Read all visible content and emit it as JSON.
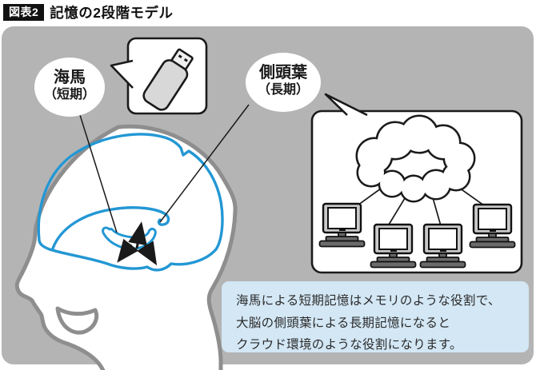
{
  "header": {
    "tag": "図表2",
    "title": "記憶の2段階モデル"
  },
  "bubbles": {
    "hippocampus": {
      "name": "海馬",
      "qualifier": "（短期）"
    },
    "temporal_lobe": {
      "name": "側頭葉",
      "qualifier": "（長期）"
    }
  },
  "caption": {
    "line1": "海馬による短期記憶はメモリのような役割で、",
    "line2": "大脳の側頭葉による長期記憶になると",
    "line3": "クラウド環境のような役割になります。"
  },
  "cloud_network": {
    "computer_count": 4
  },
  "colors": {
    "panel_bg": "#b4b4b4",
    "head_outline": "#8e8e8e",
    "brain_blue": "#2397d4",
    "line_black": "#1a1a1a",
    "caption_bg": "#d3e7f5",
    "usb_body": "#d8d8d8",
    "monitor_frame": "#c9c9c9",
    "keyboard_gray": "#6a6a6a"
  }
}
